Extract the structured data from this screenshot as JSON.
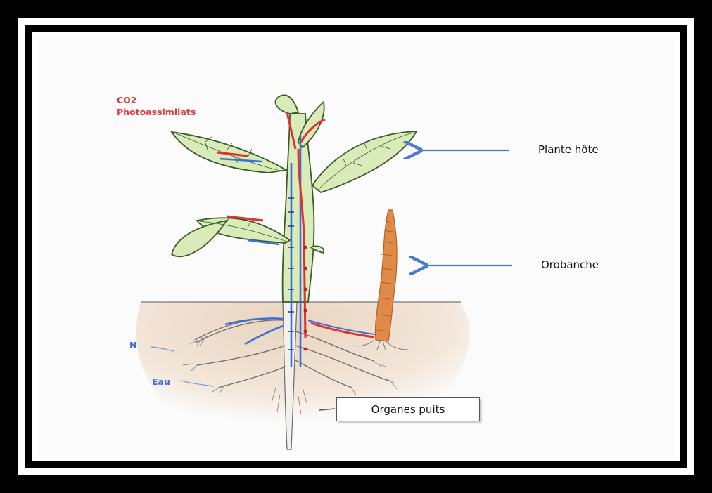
{
  "labels": {
    "co2": "CO2",
    "photoassimilats": "Photoassimilats",
    "plante_hote": "Plante hôte",
    "orobanche": "Orobanche",
    "nitrogen": "N",
    "eau": "Eau",
    "organes_puits": "Organes puits"
  },
  "colors": {
    "leaf": "#d9ebb8",
    "leaf_edge": "#3d5a2a",
    "soil": "#eddccc",
    "sap_red": "#e03030",
    "water_blue": "#3f6fd6",
    "arrow_blue": "#4a7bd0",
    "orobanche": "#e08a4a"
  }
}
